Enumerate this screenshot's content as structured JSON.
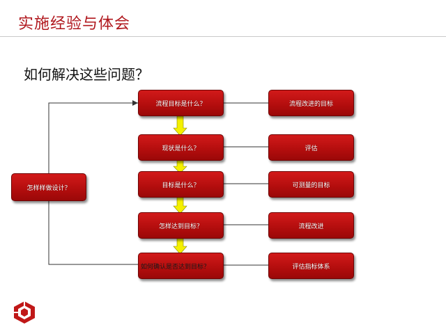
{
  "title": "实施经验与体会",
  "question": "如何解决这些问题？",
  "left_box": "怎样样做设计？",
  "questions": [
    "流程目标是什么？",
    "现状是什么？",
    "目标是什么？",
    "怎样达到目标？",
    "如何确认是否达到目标？"
  ],
  "answers": [
    "流程改进的目标",
    "评估",
    "可测量的目标",
    "流程改进",
    "评估指标体系"
  ],
  "colors": {
    "title": "#b0171d",
    "box": "#c41212",
    "arrow": "#f4f000",
    "line": "#333333"
  }
}
